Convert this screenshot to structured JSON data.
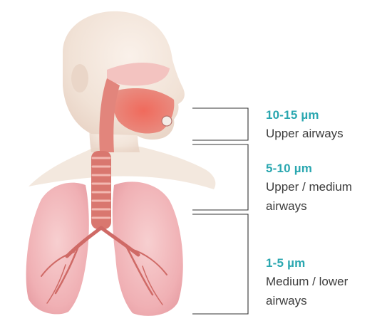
{
  "regions": [
    {
      "size": "10-15 µm",
      "description_lines": [
        "Upper airways"
      ]
    },
    {
      "size": "5-10 µm",
      "description_lines": [
        "Upper / medium",
        "airways"
      ]
    },
    {
      "size": "1-5 µm",
      "description_lines": [
        "Medium / lower",
        "airways"
      ]
    }
  ],
  "colors": {
    "size_label": "#2aa7b0",
    "description_text": "#3c3c3c",
    "bracket_line": "#333333",
    "skin": "#f3e4d8",
    "airway": "#d9776f",
    "lung": "#f2b8bb"
  },
  "illustration": {
    "icon": "respiratory-system-illustration"
  }
}
